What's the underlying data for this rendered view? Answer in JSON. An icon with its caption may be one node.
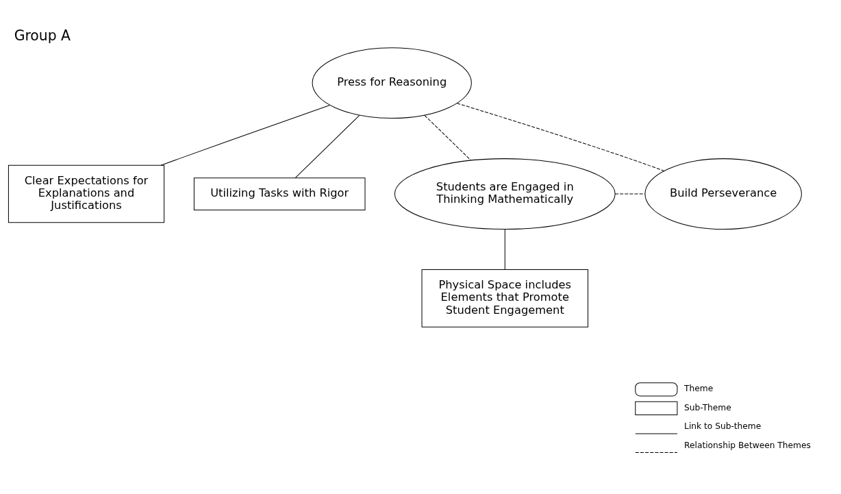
{
  "diagram": {
    "title": "Group A",
    "nodes": [
      {
        "text": [
          "Press for Reasoning"
        ]
      },
      {
        "text": [
          "Clear Expectations for Explanations and Justifications"
        ]
      },
      {
        "text": [
          "Utilizing Tasks with Rigor"
        ]
      },
      {
        "text": [
          "Students are Engaged in Thinking Mathematically"
        ]
      },
      {
        "text": [
          "Build Perseverance"
        ]
      },
      {
        "text": [
          "Physical Space includes Elements that Promote Student Engagement"
        ]
      }
    ],
    "edges": [
      {
        "from": 0,
        "to": 1,
        "arrow": "none"
      },
      {
        "from": 0,
        "to": 2,
        "arrow": "none"
      },
      {
        "from": 0,
        "to": 3,
        "arrow": "none",
        "style": "dashed"
      },
      {
        "from": 0,
        "to": 4,
        "arrow": "none",
        "style": "dashed"
      },
      {
        "from": 3,
        "to": 4,
        "arrow": "none",
        "style": "dashed"
      },
      {
        "from": 3,
        "to": 5,
        "arrow": "none"
      }
    ],
    "legend": [
      {
        "text": "Theme"
      },
      {
        "text": "Sub-Theme"
      },
      {
        "text": "Link to Sub-theme"
      },
      {
        "text": "Relationship Between Themes"
      }
    ]
  }
}
